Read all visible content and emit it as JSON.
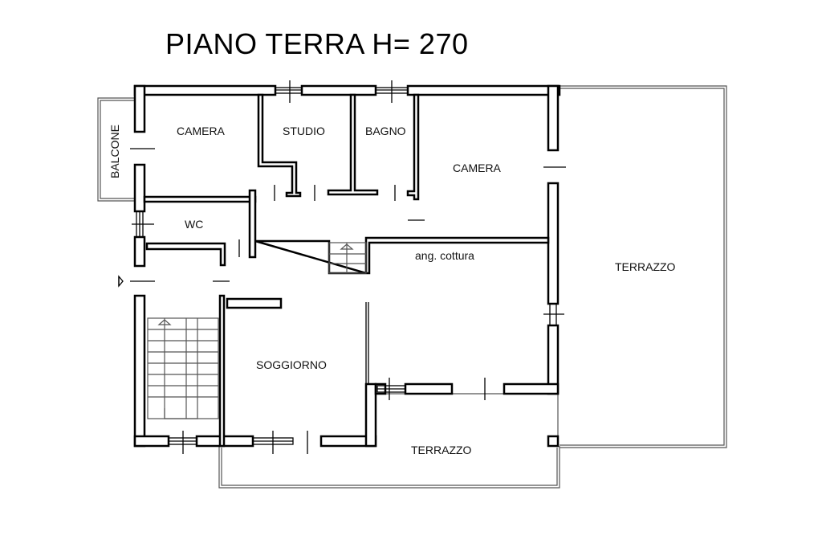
{
  "title": "PIANO TERRA H= 270",
  "rooms": {
    "balcone": "BALCONE",
    "camera1": "CAMERA",
    "studio": "STUDIO",
    "bagno": "BAGNO",
    "camera2": "CAMERA",
    "wc": "WC",
    "ang_cottura": "ang. cottura",
    "terrazzo_right": "TERRAZZO",
    "soggiorno": "SOGGIORNO",
    "terrazzo_bottom": "TERRAZZO"
  }
}
